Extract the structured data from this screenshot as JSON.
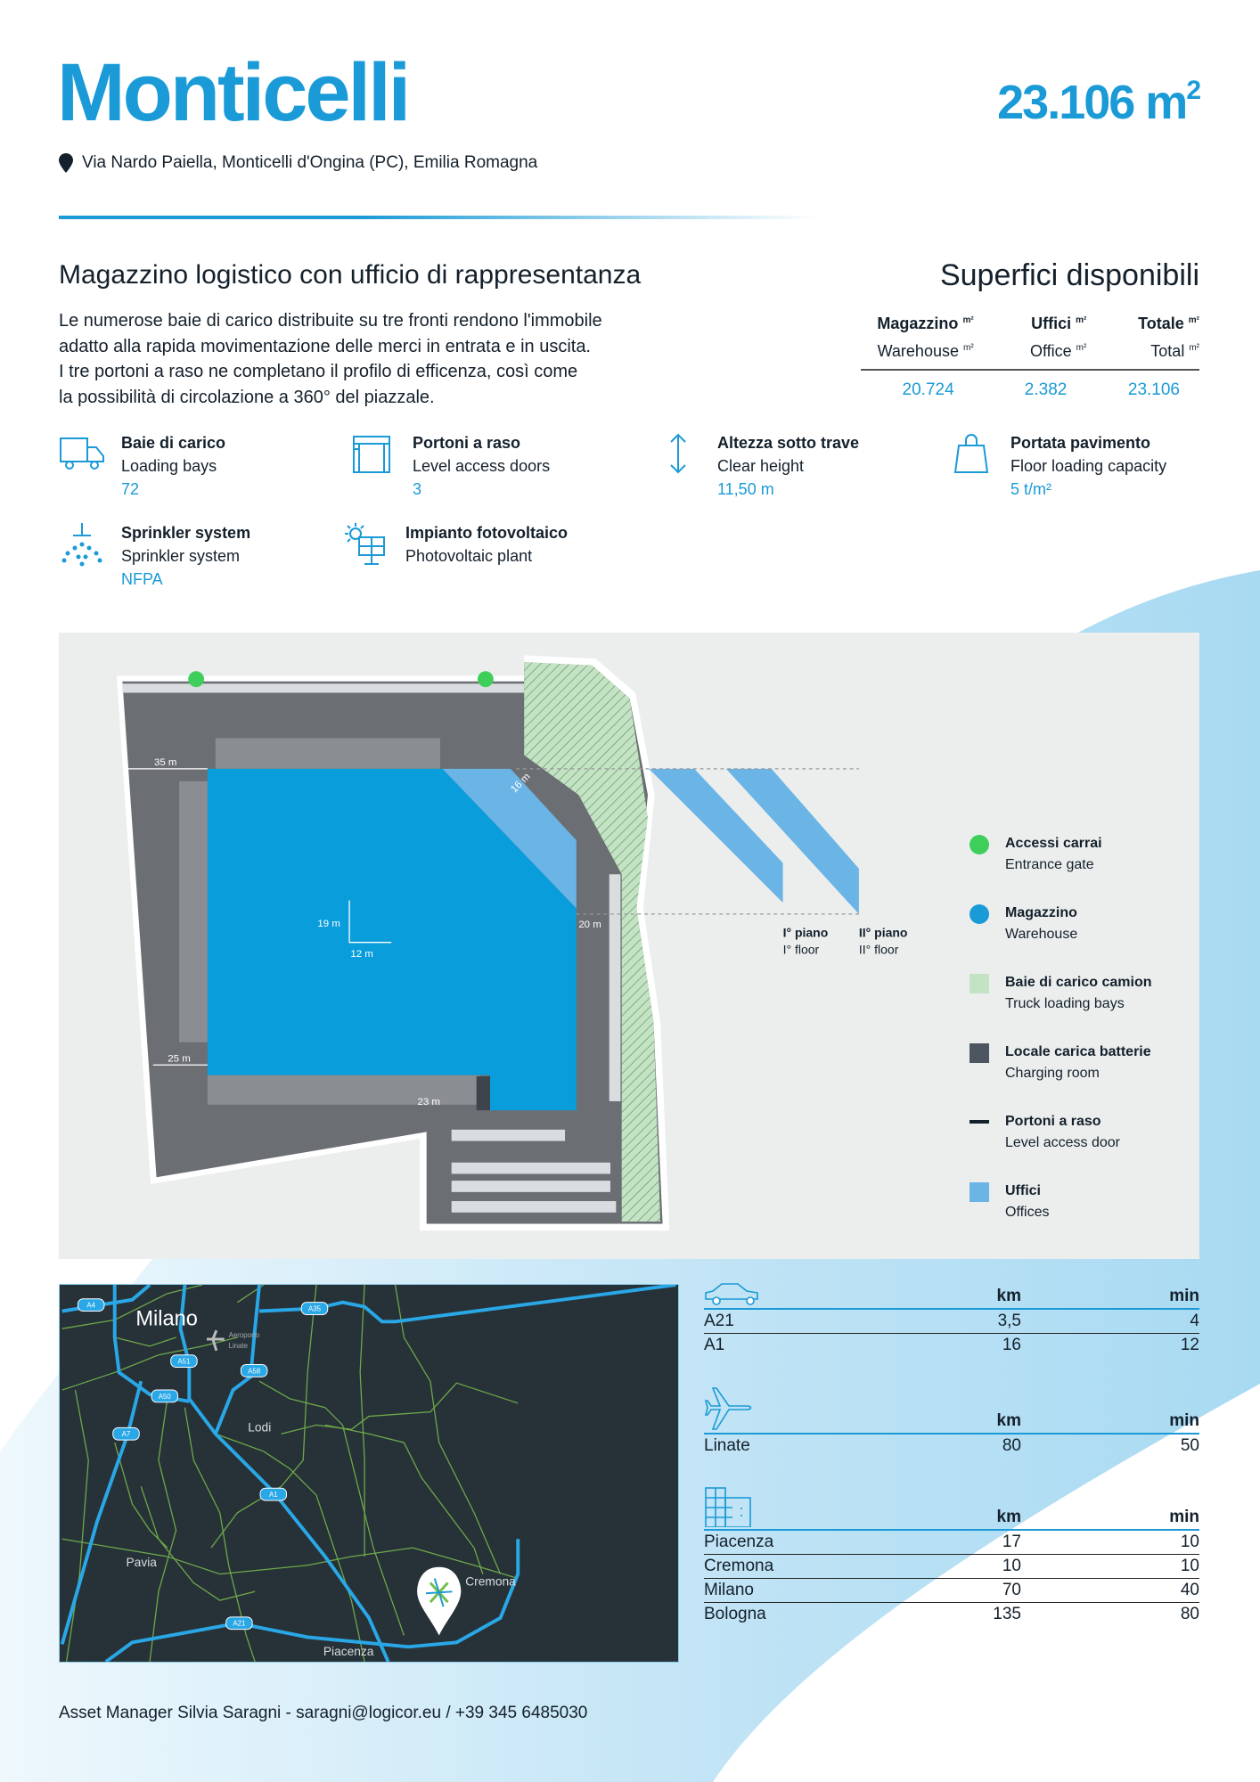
{
  "header": {
    "title": "Monticelli",
    "area_value": "23.106 m",
    "area_sup": "2",
    "address": "Via Nardo Paiella, Monticelli d'Ongina (PC), Emilia Romagna"
  },
  "intro": {
    "heading": "Magazzino logistico con ufficio di rappresentanza",
    "lines": [
      "Le numerose baie di carico distribuite su tre fronti rendono l'immobile",
      "adatto alla rapida movimentazione delle merci in entrata e in uscita.",
      "I tre portoni a raso ne completano il profilo di efficenza, così come",
      "la possibilità di circolazione a 360° del piazzale."
    ]
  },
  "surfaces": {
    "heading": "Superfici disponibili",
    "unit": "m²",
    "columns": [
      {
        "it": "Magazzino",
        "en": "Warehouse",
        "value": "20.724"
      },
      {
        "it": "Uffici",
        "en": "Office",
        "value": "2.382"
      },
      {
        "it": "Totale",
        "en": "Total",
        "value": "23.106"
      }
    ]
  },
  "features": [
    {
      "icon": "truck-icon",
      "it": "Baie di carico",
      "en": "Loading bays",
      "value": "72"
    },
    {
      "icon": "door-icon",
      "it": "Portoni a raso",
      "en": "Level access doors",
      "value": "3"
    },
    {
      "icon": "height-arrow-icon",
      "it": "Altezza sotto trave",
      "en": "Clear height",
      "value": "11,50 m"
    },
    {
      "icon": "weight-icon",
      "it": "Portata pavimento",
      "en": "Floor loading capacity",
      "value": "5 t/m²"
    },
    {
      "icon": "sprinkler-icon",
      "it": "Sprinkler system",
      "en": "Sprinkler system",
      "value": "NFPA"
    },
    {
      "icon": "solar-panel-icon",
      "it": "Impianto fotovoltaico",
      "en": "Photovoltaic plant",
      "value": ""
    }
  ],
  "plan": {
    "dims": [
      "35 m",
      "16 m",
      "19 m",
      "12 m",
      "20 m",
      "25 m",
      "23 m"
    ],
    "floors": [
      {
        "it": "I° piano",
        "en": "I° floor"
      },
      {
        "it": "II° piano",
        "en": "II° floor"
      }
    ]
  },
  "legend": [
    {
      "it": "Accessi carrai",
      "en": "Entrance gate",
      "color": "#3ecf5a"
    },
    {
      "it": "Magazzino",
      "en": "Warehouse",
      "color": "#1a9ad6"
    },
    {
      "it": "Baie di carico camion",
      "en": "Truck loading bays",
      "color": "#c4e3c4"
    },
    {
      "it": "Locale carica batterie",
      "en": "Charging room",
      "color": "#4d5660"
    },
    {
      "it": "Portoni a raso",
      "en": "Level access door",
      "color": "#14202b"
    },
    {
      "it": "Uffici",
      "en": "Offices",
      "color": "#6ab4e6"
    }
  ],
  "map": {
    "cities": [
      "Milano",
      "Lodi",
      "Pavia",
      "Piacenza",
      "Cremona"
    ],
    "airport": [
      "Aeroporto",
      "Linate"
    ],
    "roads": [
      "A4",
      "A35",
      "A51",
      "A58",
      "A50",
      "A7",
      "A1",
      "A21"
    ]
  },
  "distances": {
    "km_label": "km",
    "min_label": "min",
    "road": [
      {
        "name": "A21",
        "km": "3,5",
        "min": "4"
      },
      {
        "name": "A1",
        "km": "16",
        "min": "12"
      }
    ],
    "air": [
      {
        "name": "Linate",
        "km": "80",
        "min": "50"
      }
    ],
    "city": [
      {
        "name": "Piacenza",
        "km": "17",
        "min": "10"
      },
      {
        "name": "Cremona",
        "km": "10",
        "min": "10"
      },
      {
        "name": "Milano",
        "km": "70",
        "min": "40"
      },
      {
        "name": "Bologna",
        "km": "135",
        "min": "80"
      }
    ]
  },
  "footer": {
    "contact": "Asset Manager Silvia Saragni - saragni@logicor.eu / +39 345 6485030"
  },
  "colors": {
    "accent": "#1a9ad6",
    "map_bg": "#263238",
    "panel_bg": "#eceeee"
  }
}
